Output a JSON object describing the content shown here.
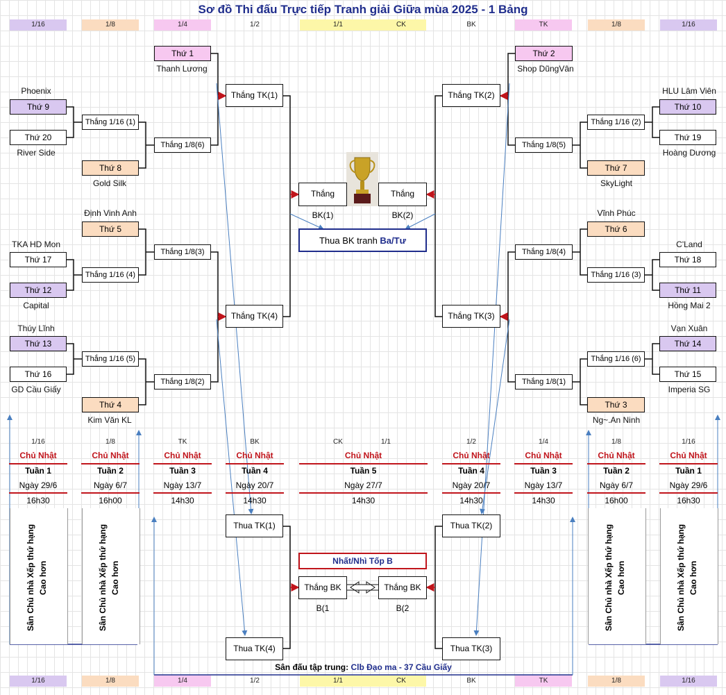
{
  "title": "Sơ đồ Thi đấu Trực tiếp Tranh giải Giữa mùa 2025 - 1 Bảng",
  "header_row": {
    "left": [
      "1/16",
      "1/8",
      "1/4",
      "1/2"
    ],
    "mid1": "1/1",
    "mid2": "CK",
    "right": [
      "BK",
      "TK",
      "1/8",
      "1/16"
    ]
  },
  "round_row": {
    "left": [
      "1/16",
      "1/8",
      "TK",
      "BK"
    ],
    "mid1": "CK",
    "mid2": "1/1",
    "right": [
      "1/2",
      "1/4",
      "1/8",
      "1/16"
    ]
  },
  "left": {
    "thu1": "Thứ 1",
    "thu1_name": "Thanh Lương",
    "thu9_name": "Phoenix",
    "thu9": "Thứ 9",
    "thu20": "Thứ 20",
    "thu20_name": "River Side",
    "thu8": "Thứ 8",
    "thu8_name": "Gold Silk",
    "thu5_name": "Định Vinh Anh",
    "thu5": "Thứ 5",
    "thu17_name": "TKA HD Mon",
    "thu17": "Thứ 17",
    "thu12": "Thứ 12",
    "thu12_name": "Capital",
    "thu13_name": "Thúy Lĩnh",
    "thu13": "Thứ 13",
    "thu16": "Thứ 16",
    "thu16_name": "GD Cầu Giấy",
    "thu4": "Thứ 4",
    "thu4_name": "Kim Văn KL",
    "w16_1": "Thắng 1/16 (1)",
    "w16_4": "Thắng 1/16 (4)",
    "w16_5": "Thắng 1/16 (5)",
    "w8_6": "Thắng 1/8(6)",
    "w8_3": "Thắng 1/8(3)",
    "w8_2": "Thắng 1/8(2)",
    "tk1": "Thắng TK(1)",
    "tk4": "Thắng TK(4)"
  },
  "right": {
    "thu2": "Thứ 2",
    "thu2_name": "Shop DũngVân",
    "thu10_name": "HLU Lâm Viên",
    "thu10": "Thứ 10",
    "thu19": "Thứ 19",
    "thu19_name": "Hoàng Dương",
    "thu7": "Thứ 7",
    "thu7_name": "SkyLight",
    "thu6_name": "Vĩnh Phúc",
    "thu6": "Thứ 6",
    "thu18_name": "C'Land",
    "thu18": "Thứ 18",
    "thu11": "Thứ 11",
    "thu11_name": "Hồng Mai 2",
    "thu14_name": "Vạn Xuân",
    "thu14": "Thứ 14",
    "thu15": "Thứ 15",
    "thu15_name": "Imperia SG",
    "thu3": "Thứ 3",
    "thu3_name": "Ng~.An Ninh",
    "w16_2": "Thắng 1/16 (2)",
    "w16_3": "Thắng 1/16 (3)",
    "w16_6": "Thắng 1/16 (6)",
    "w8_5": "Thắng 1/8(5)",
    "w8_4": "Thắng 1/8(4)",
    "w8_1": "Thắng 1/8(1)",
    "tk2": "Thắng TK(2)",
    "tk3": "Thắng TK(3)"
  },
  "center": {
    "bk1": "Thắng BK(1)",
    "bk2": "Thắng BK(2)",
    "third_prefix": "Thua BK tranh ",
    "third_suffix": "Ba/Tư",
    "topb_title": "Nhất/Nhì Tốp B",
    "bkb1": "Thắng BK B(1",
    "bkb2": "Thắng BK B(2",
    "ltk1": "Thua TK(1)",
    "ltk4": "Thua TK(4)",
    "ltk2": "Thua TK(2)",
    "ltk3": "Thua TK(3)"
  },
  "schedule": [
    {
      "day": "Chủ Nhật",
      "week": "Tuần 1",
      "date": "Ngày 29/6",
      "time": "16h30"
    },
    {
      "day": "Chủ Nhật",
      "week": "Tuần 2",
      "date": "Ngày 6/7",
      "time": "16h00"
    },
    {
      "day": "Chủ Nhật",
      "week": "Tuần 3",
      "date": "Ngày 13/7",
      "time": "14h30"
    },
    {
      "day": "Chủ Nhật",
      "week": "Tuần 4",
      "date": "Ngày 20/7",
      "time": "14h30"
    },
    {
      "day": "Chủ Nhật",
      "week": "Tuần 5",
      "date": "Ngày 27/7",
      "time": "14h30"
    },
    {
      "day": "Chủ Nhật",
      "week": "Tuần 4",
      "date": "Ngày 20/7",
      "time": "14h30"
    },
    {
      "day": "Chủ Nhật",
      "week": "Tuần 3",
      "date": "Ngày 13/7",
      "time": "14h30"
    },
    {
      "day": "Chủ Nhật",
      "week": "Tuần 2",
      "date": "Ngày 6/7",
      "time": "16h00"
    },
    {
      "day": "Chủ Nhật",
      "week": "Tuần 1",
      "date": "Ngày 29/6",
      "time": "16h30"
    }
  ],
  "home_line1": "Sân Chủ nhà Xếp thứ hạng",
  "home_line2": "Cao hơn",
  "venue_prefix": "Sân đấu tập trung: ",
  "venue_name": "Clb Đạo ma - 37 Cầu Giấy",
  "colors": {
    "title": "#1f2d8c",
    "accent_red": "#c0141b",
    "purple": "#d9c8f0",
    "orange": "#fbdcc0",
    "pink": "#f7c8f0",
    "yellow": "#fdf7a8"
  }
}
